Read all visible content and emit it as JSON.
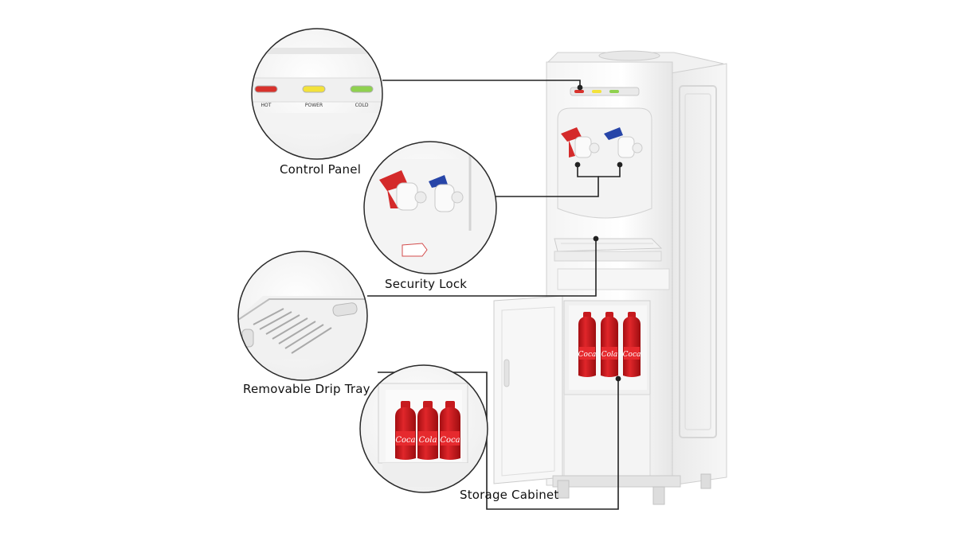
{
  "callouts": {
    "control_panel": "Control Panel",
    "security_lock": "Security Lock",
    "drip_tray": "Removable Drip Tray",
    "storage_cabinet": "Storage Cabinet"
  },
  "control_panel_lights": {
    "hot": "HOT",
    "power": "POWER",
    "cold": "COLD"
  },
  "bottle_brand": "Coca-Cola",
  "colors": {
    "hot_light": "#d8322c",
    "power_light": "#f3e23a",
    "cold_light": "#8fd14f",
    "hot_tap": "#d42a2a",
    "cold_tap": "#2745a8",
    "bottle_red": "#d3181d",
    "leader_line": "#222222"
  }
}
